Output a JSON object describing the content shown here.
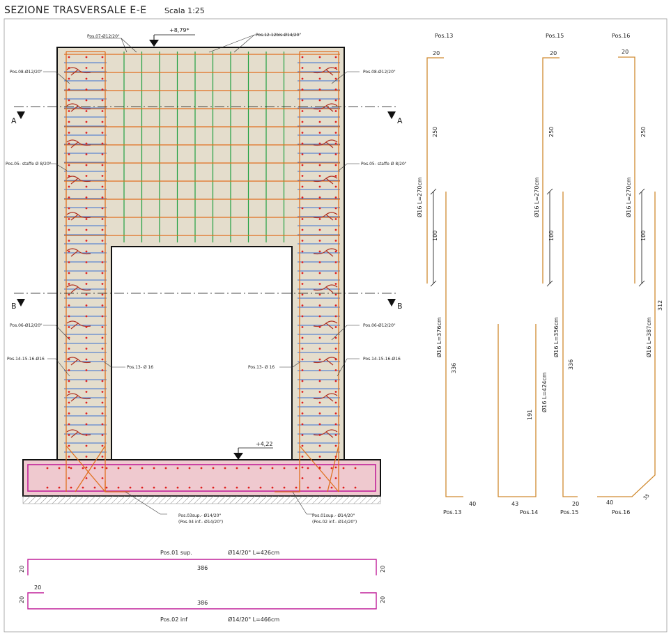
{
  "header": {
    "title": "SEZIONE TRASVERSALE E-E",
    "scale": "Scala 1:25"
  },
  "section": {
    "elev_top": "+8,79*",
    "elev_bottom": "+4,22",
    "cut_A": "A",
    "cut_B": "B",
    "labels": {
      "pos07": "Pos.07-Ø12/20\"",
      "pos12": "Pos.12-12bis-Ø14/20\"",
      "pos08_left": "Pos.08-Ø12/20\"",
      "pos08_right": "Pos.08-Ø12/20\"",
      "pos05_left": "Pos.05- staffe Ø 8/20\"",
      "pos05_right": "Pos.05- staffe Ø 8/20\"",
      "pos06_left": "Pos.06-Ø12/20\"",
      "pos06_right": "Pos.06-Ø12/20\"",
      "pos14_left": "Pos.14-15-16-Ø16",
      "pos14_right": "Pos.14-15-16-Ø16",
      "pos13_left": "Pos.13- Ø 16",
      "pos13_right": "Pos.13- Ø 16",
      "pos03_line1": "Pos.03sup.- Ø14/20\"",
      "pos03_line2": "(Pos.04 inf.- Ø14/20\")",
      "pos01_line1": "Pos.01sup.- Ø14/20\"",
      "pos01_line2": "(Pos.02 inf.- Ø14/20\")"
    }
  },
  "bars": {
    "pos13": {
      "title": "Pos.13",
      "top": "20",
      "d1": "250",
      "spec1": "Ø16 L=270cm",
      "d2": "100",
      "spec2": "Ø16 L=376cm",
      "d3": "336",
      "bottom": "40",
      "label": "Pos.13"
    },
    "pos14": {
      "spec": "Ø16 L=424cm",
      "d": "191",
      "left": "43",
      "label": "Pos.14"
    },
    "pos15": {
      "title": "Pos.15",
      "top": "20",
      "d1": "250",
      "spec1": "Ø16 L=270cm",
      "d2": "100",
      "spec2": "Ø16 L=356cm",
      "d3": "336",
      "bottom": "20",
      "label": "Pos.15"
    },
    "pos16": {
      "title": "Pos.16",
      "top": "20",
      "d1": "250",
      "spec1": "Ø16 L=270cm",
      "d2": "100",
      "spec2": "Ø16 L=387cm",
      "d3": "312",
      "bottom": "40",
      "hook": "35",
      "label": "Pos.16"
    }
  },
  "slab": {
    "top_title": "Pos.01 sup.",
    "top_spec": "Ø14/20\" L=426cm",
    "top_len": "386",
    "top_leg_left": "20",
    "top_leg_right": "20",
    "bot_len": "386",
    "bot_hook": "20",
    "bot_leg_left": "20",
    "bot_leg_right": "20",
    "bot_title": "Pos.02 inf",
    "bot_spec": "Ø14/20\" L=466cm"
  },
  "colors": {
    "concrete": "#e4ddcc",
    "foundation": "#efc9cf",
    "orange": "#e07020",
    "blue": "#3a6fd0",
    "green": "#20a040",
    "red": "#e02020",
    "magenta": "#c0209a",
    "grey_bar": "#d08a30"
  }
}
